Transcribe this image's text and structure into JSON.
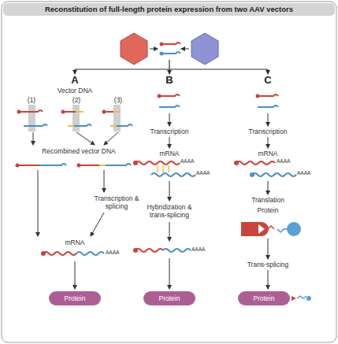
{
  "diagram": {
    "title": "Reconstitution of full-length protein expression from two AAV vectors",
    "nodes": [
      {
        "text": [
          "Protein"
        ]
      },
      {
        "text": [
          "Protein"
        ]
      },
      {
        "text": [
          "Protein"
        ]
      }
    ],
    "labels": [
      "A",
      "B",
      "C",
      "Vector DNA",
      "(1)",
      "(2)",
      "(3)",
      "Recombined vector DNA",
      "Transcription & splicing",
      "mRNA",
      "AAAA",
      "Transcription",
      "mRNA",
      "AAAA",
      "AAAA",
      "Hybridization & trans-splicing",
      "AAAA",
      "Transcription",
      "mRNA",
      "AAAA",
      "AAAA",
      "Translation",
      "Protein",
      "Trans-splicing"
    ]
  }
}
